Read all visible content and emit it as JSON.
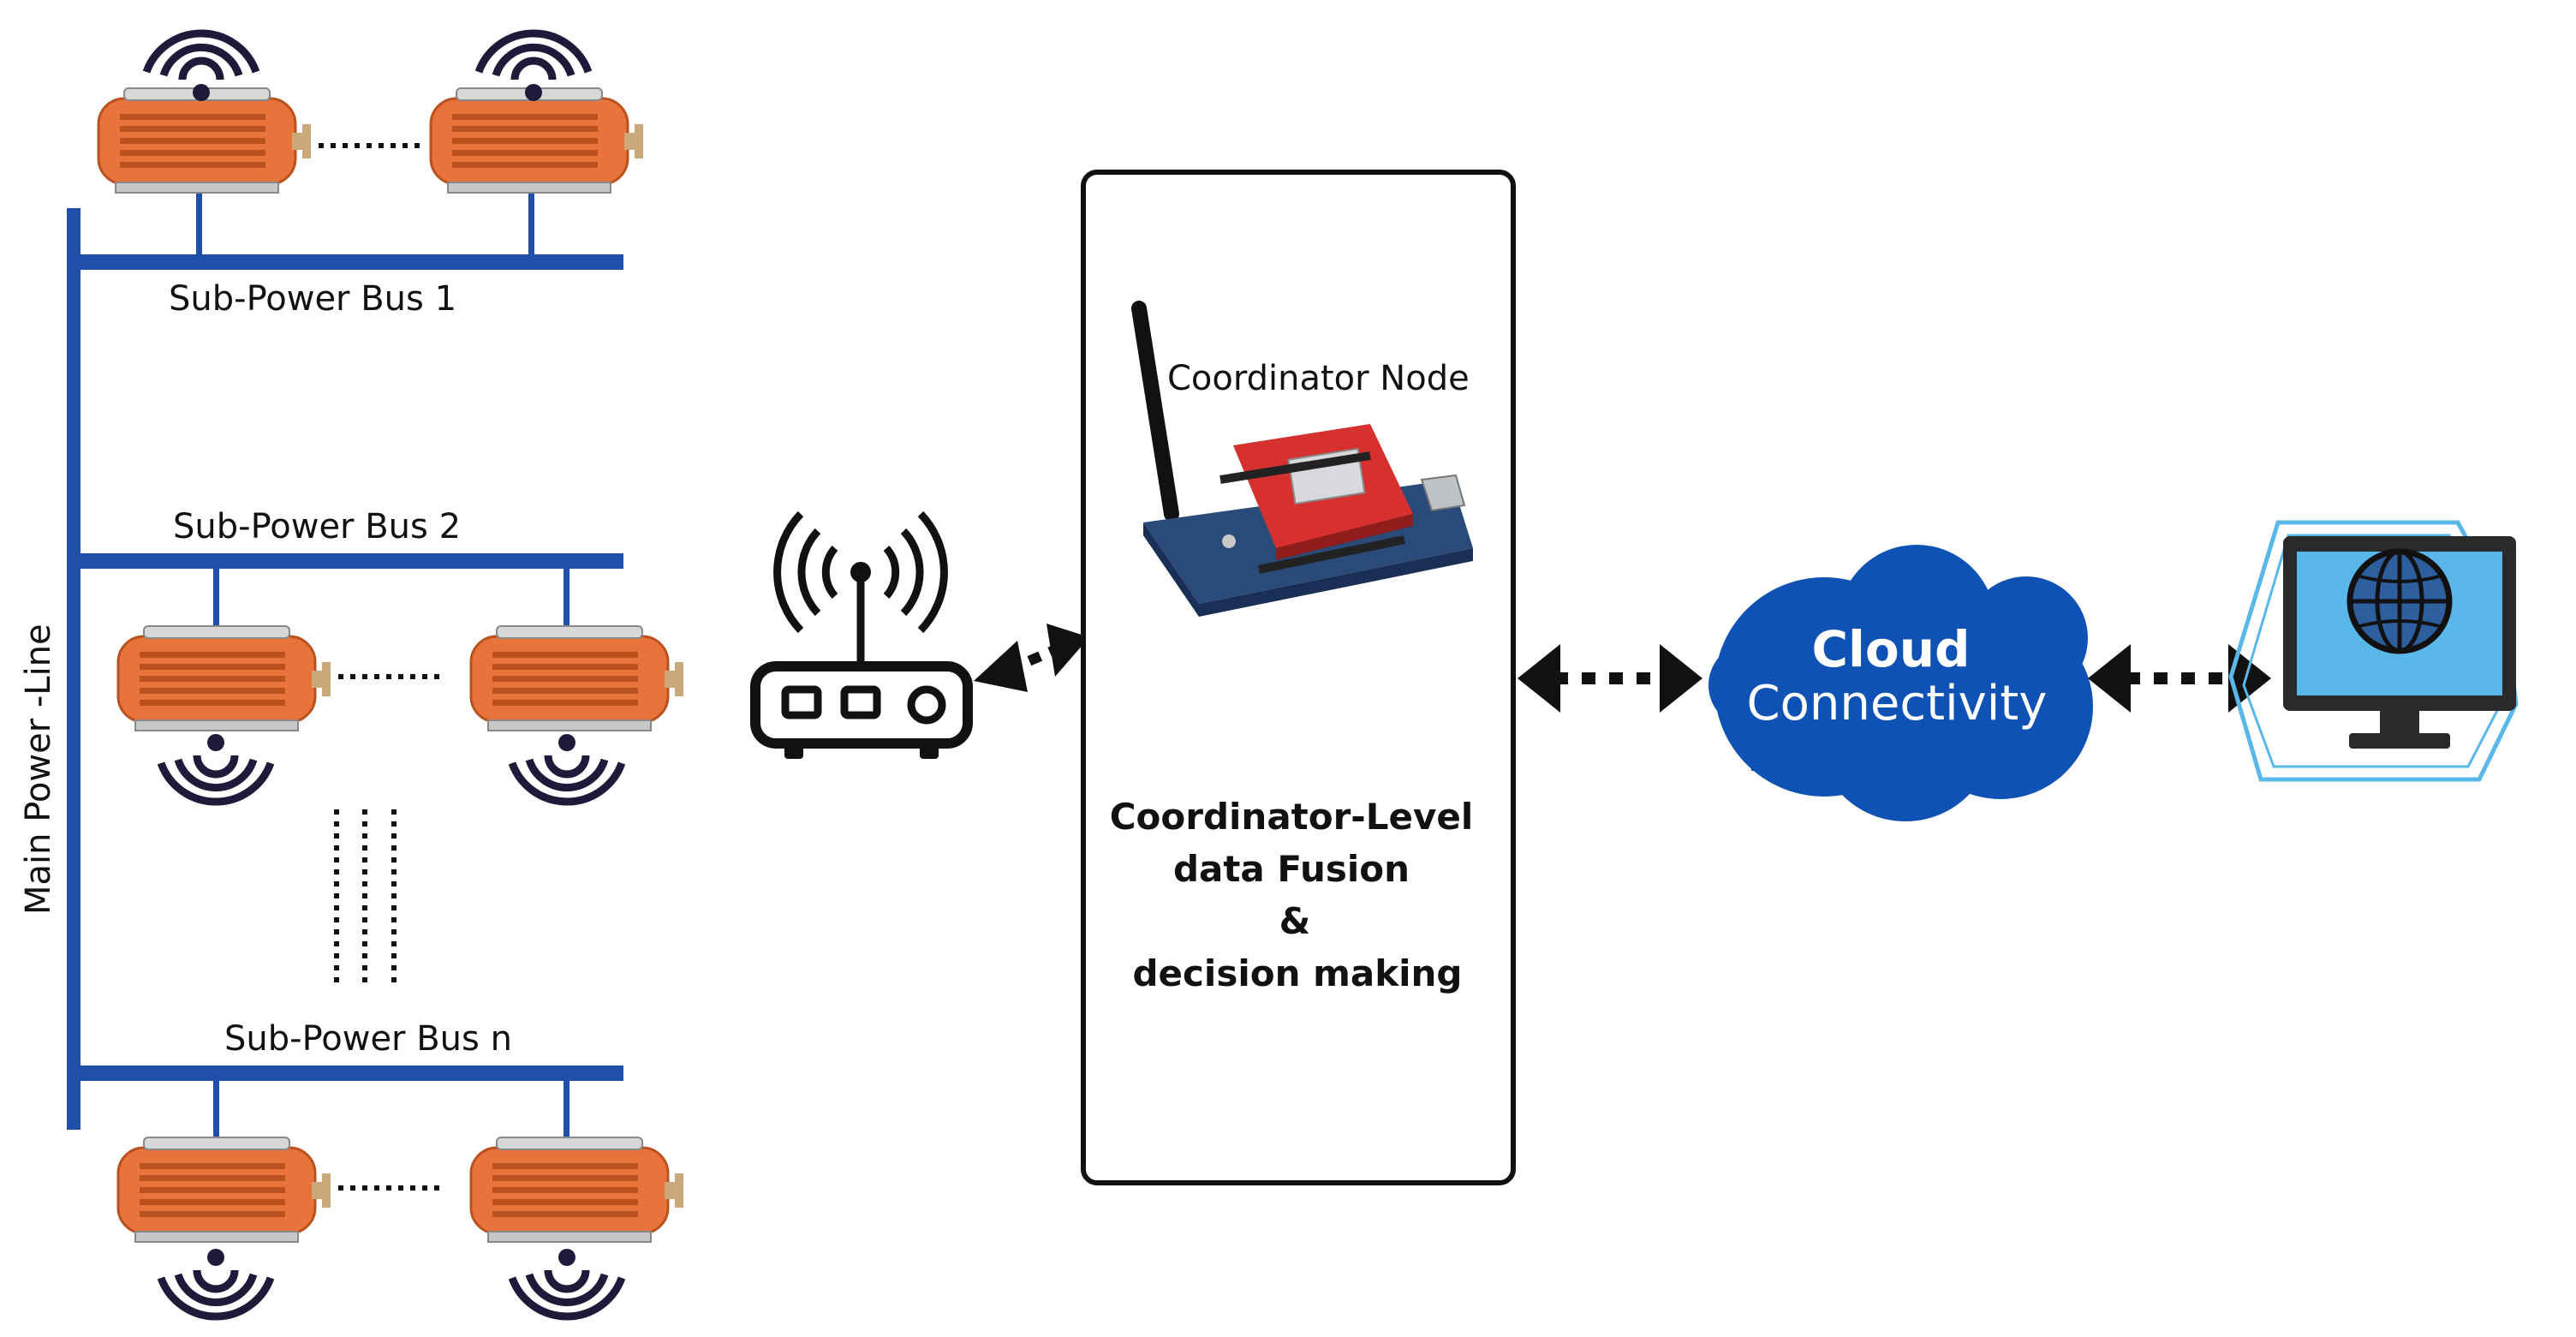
{
  "labels": {
    "main_line": "Main Power -Line",
    "bus_1": "Sub-Power Bus 1",
    "bus_2": "Sub-Power Bus 2",
    "bus_n": "Sub-Power Bus n",
    "coordinator_node": "Coordinator Node",
    "fusion_line1": "Coordinator-Level",
    "fusion_line2": "data Fusion",
    "fusion_line3": "&",
    "fusion_line4": "decision making",
    "cloud_line1": "Cloud",
    "cloud_line2": "Connectivity"
  },
  "colors": {
    "power_bus": "#1f4fa8",
    "motor_body": "#e8743b",
    "motor_dark": "#b9521f",
    "wireless_waves": "#1f1a3a",
    "cloud": "#0f52b5",
    "board_red": "#d6312e",
    "board_blue": "#2a4a7a",
    "monitor_screen": "#5ab7ea",
    "monitor_frame": "#2a2a2a"
  },
  "icons": {
    "motor": "electric-motor-icon",
    "wireless": "wireless-signal-icon",
    "router": "wifi-router-icon",
    "board": "arduino-xbee-board-icon",
    "cloud": "cloud-icon",
    "computer": "computer-monitor-icon"
  }
}
